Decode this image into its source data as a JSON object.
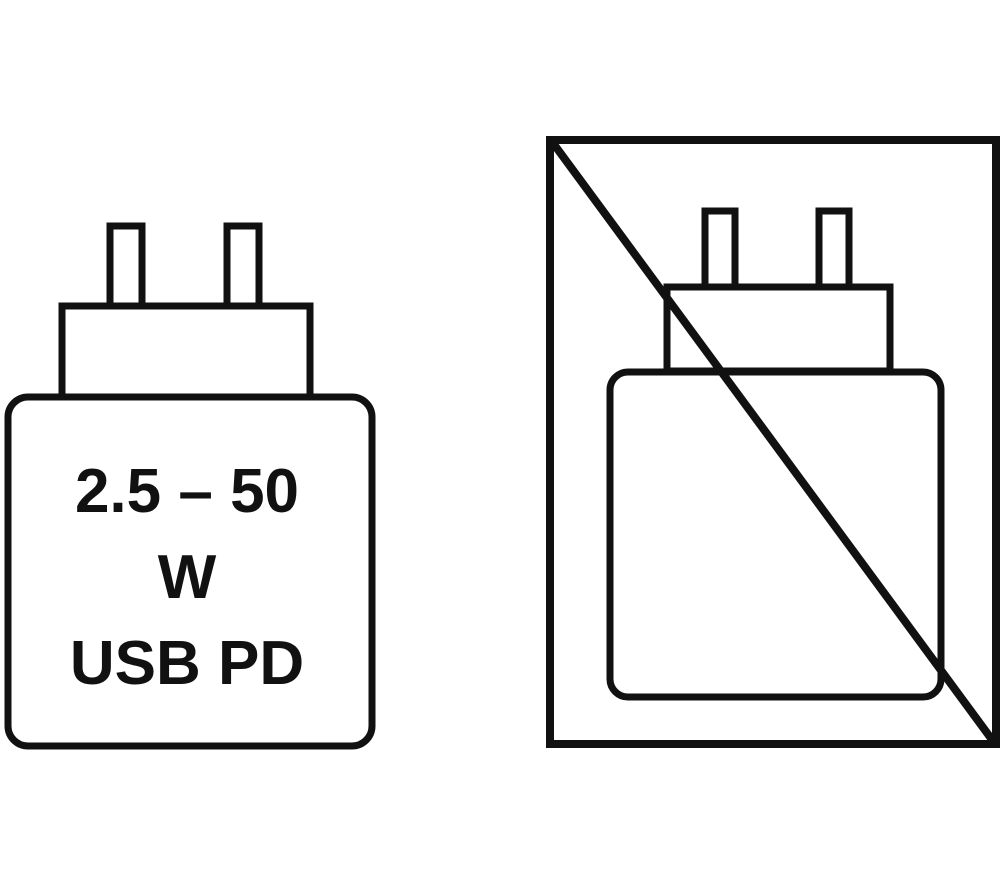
{
  "charger_label": {
    "line1": "2.5 – 50",
    "line2": "W",
    "line3": "USB PD"
  },
  "icons": {
    "included": "charger-icon",
    "excluded": "charger-not-included-icon"
  },
  "colors": {
    "stroke": "#111111",
    "background": "#ffffff"
  }
}
